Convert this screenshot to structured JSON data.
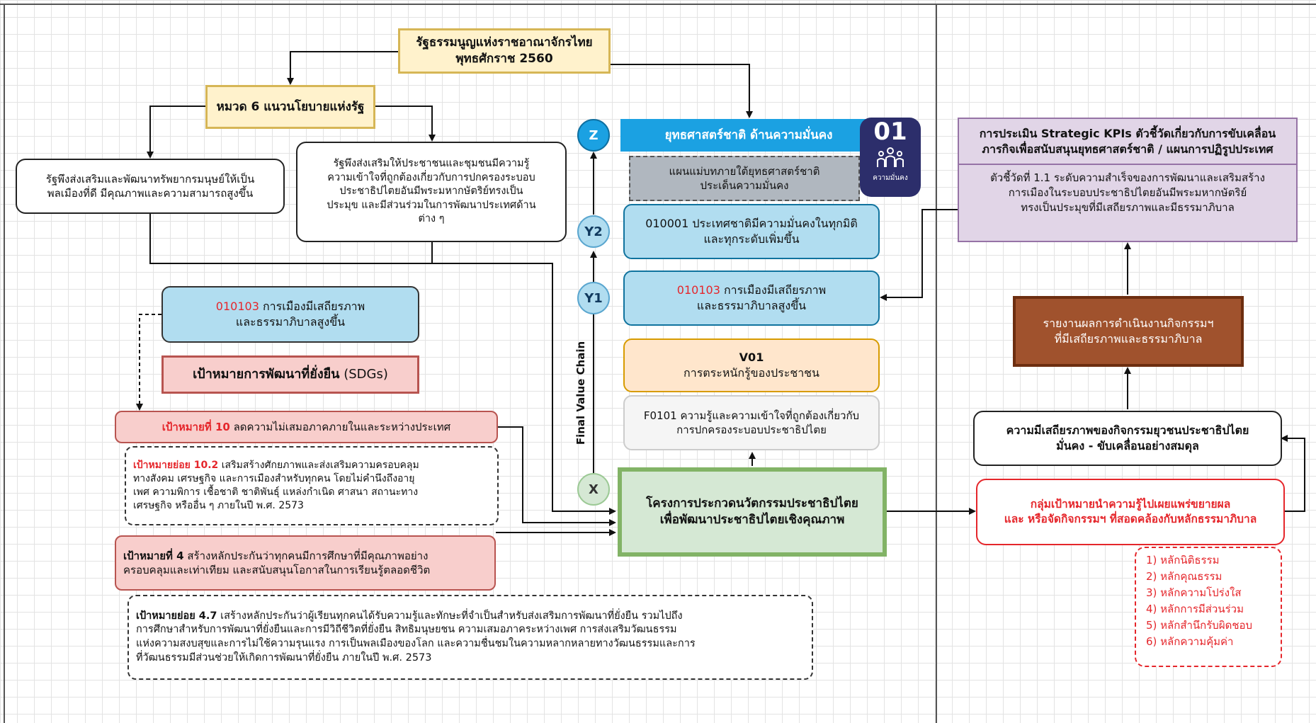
{
  "constitution": {
    "line1": "รัฐธรรมนูญแห่งราชอาณาจักรไทย",
    "line2": "พุทธศักราช 2560"
  },
  "chapter6": "หมวด 6 แนวนโยบายแห่งรัฐ",
  "policy_left": {
    "line1": "รัฐพึงส่งเสริมและพัฒนาทรัพยากรมนุษย์ให้เป็น",
    "line2": "พลเมืองที่ดี มีคุณภาพและความสามารถสูงขึ้น"
  },
  "policy_right": {
    "line1": "รัฐพึงส่งเสริมให้ประชาชนและชุมชนมีความรู้",
    "line2": "ความเข้าใจที่ถูกต้องเกี่ยวกับการปกครองระบอบ",
    "line3": "ประชาธิปไตยอันมีพระมหากษัตริย์ทรงเป็น",
    "line4": "ประมุข และมีส่วนร่วมในการพัฒนาประเทศด้าน",
    "line5": "ต่าง ๆ"
  },
  "goal_010103": {
    "code": "010103",
    "line1": " การเมืองมีเสถียรภาพ",
    "line2": "และธรรมาภิบาลสูงขึ้น"
  },
  "sdgs": {
    "bold": "เป้าหมายการพัฒนาที่ยั่งยืน",
    "rest": " (SDGs)"
  },
  "goal10": {
    "label": "เป้าหมายที่ 10",
    "text": " ลดความไม่เสมอภาคภายในและระหว่างประเทศ"
  },
  "goal10_2": {
    "label": "เป้าหมายย่อย 10.2",
    "text1": " เสริมสร้างศักยภาพและส่งเสริมความครอบคลุม",
    "line2": "ทางสังคม เศรษฐกิจ และการเมืองสำหรับทุกคน โดยไม่คำนึงถึงอายุ",
    "line3": "เพศ ความพิการ เชื้อชาติ ชาติพันธุ์ แหล่งกำเนิด ศาสนา สถานะทาง",
    "line4": "เศรษฐกิจ หรืออื่น ๆ ภายในปี พ.ศ. 2573"
  },
  "goal4": {
    "label": "เป้าหมายที่ 4",
    "text1": " สร้างหลักประกันว่าทุกคนมีการศึกษาที่มีคุณภาพอย่าง",
    "line2": "ครอบคลุมและเท่าเทียม และสนับสนุนโอกาสในการเรียนรู้ตลอดชีวิต"
  },
  "goal4_7": {
    "label": "เป้าหมายย่อย 4.7",
    "text1": " เสร้างหลักประกันว่าผู้เรียนทุกคนได้รับความรู้และทักษะที่จำเป็นสำหรับส่งเสริมการพัฒนาที่ยั่งยืน รวมไปถึง",
    "line2": "การศึกษาสำหรับการพัฒนาที่ยั่งยืนและการมีวิถีชีวิตที่ยั่งยืน สิทธิมนุษยชน ความเสมอภาคระหว่างเพศ การส่งเสริมวัฒนธรรม",
    "line3": "แห่งความสงบสุขและการไม่ใช้ความรุนแรง การเป็นพลเมืองของโลก และความชื่นชมในความหลากหลายทางวัฒนธรรมและการ",
    "line4": "ที่วัฒนธรรมมีส่วนช่วยให้เกิดการพัฒนาที่ยั่งยืน ภายในปี พ.ศ. 2573"
  },
  "chain": {
    "z": "Z",
    "y2": "Y2",
    "y1": "Y1",
    "x": "X",
    "label": "Final Value Chain"
  },
  "strategy": {
    "title": "ยุทธศาสตร์ชาติ ด้านความมั่นคง",
    "badge_num": "01",
    "badge_text": "ความมั่นคง"
  },
  "masterplan": {
    "line1": "แผนแม่บทภายใต้ยุทธศาสตร์ชาติ",
    "line2": "ประเด็นความมั่นคง"
  },
  "y2_box": {
    "line1": "010001 ประเทศชาติมีความมั่นคงในทุกมิติ",
    "line2": "และทุกระดับเพิ่มขึ้น"
  },
  "y1_box": {
    "code": "010103",
    "line1": " การเมืองมีเสถียรภาพ",
    "line2": "และธรรมาภิบาลสูงขึ้น"
  },
  "v01": {
    "code": "V01",
    "text": "การตระหนักรู้ของประชาชน"
  },
  "f0101": {
    "line1": "F0101 ความรู้และความเข้าใจที่ถูกต้องเกี่ยวกับ",
    "line2": "การปกครองระบอบประชาธิปไตย"
  },
  "project": {
    "line1": "โครงการประกวดนวัตกรรมประชาธิปไตย",
    "line2": "เพื่อพัฒนาประชาธิปไตยเชิงคุณภาพ"
  },
  "kpi": {
    "title1": "การประเมิน Strategic KPIs ตัวชี้วัดเกี่ยวกับการขับเคลื่อน",
    "title2": "ภารกิจเพื่อสนับสนุนยุทธศาสตร์ชาติ / แผนการปฏิรูปประเทศ",
    "body1": "ตัวชี้วัดที่ 1.1 ระดับความสำเร็จของการพัฒนาและเสริมสร้าง",
    "body2": "การเมืองในระบอบประชาธิปไตยอันมีพระมหากษัตริย์",
    "body3": "ทรงเป็นประมุขที่มีเสถียรภาพและมีธรรมาภิบาล"
  },
  "report": {
    "line1": "รายงานผลการดำเนินงานกิจกรรมฯ",
    "line2": "ที่มีเสถียรภาพและธรรมาภิบาล"
  },
  "stability": {
    "line1": "ความมีเสถียรภาพของกิจกรรมยุวชนประชาธิปไตย",
    "line2": "มั่นคง - ขับเคลื่อนอย่างสมดุล"
  },
  "target_group": {
    "line1": "กลุ่มเป้าหมายนำความรู้ไปเผยแพร่ขยายผล",
    "line2": "และ หรือจัดกิจกรรมฯ ที่สอดคล้องกับหลักธรรมาภิบาล"
  },
  "principles": [
    "1) หลักนิติธรรม",
    "2) หลักคุณธรรม",
    "3) หลักความโปร่งใส",
    "4) หลักการมีส่วนร่วม",
    "5) หลักสำนึกรับผิดชอบ",
    "6) หลักความคุ้มค่า"
  ],
  "colors": {
    "yellow_fill": "#fff2cc",
    "blue_fill": "#b1ddf0",
    "strategy_blue": "#1ba1e2",
    "pink_fill": "#f8cecc",
    "green_border": "#82b366",
    "purple_fill": "#e1d5e7",
    "brown_fill": "#a0522d",
    "red_text": "#e5262b"
  }
}
